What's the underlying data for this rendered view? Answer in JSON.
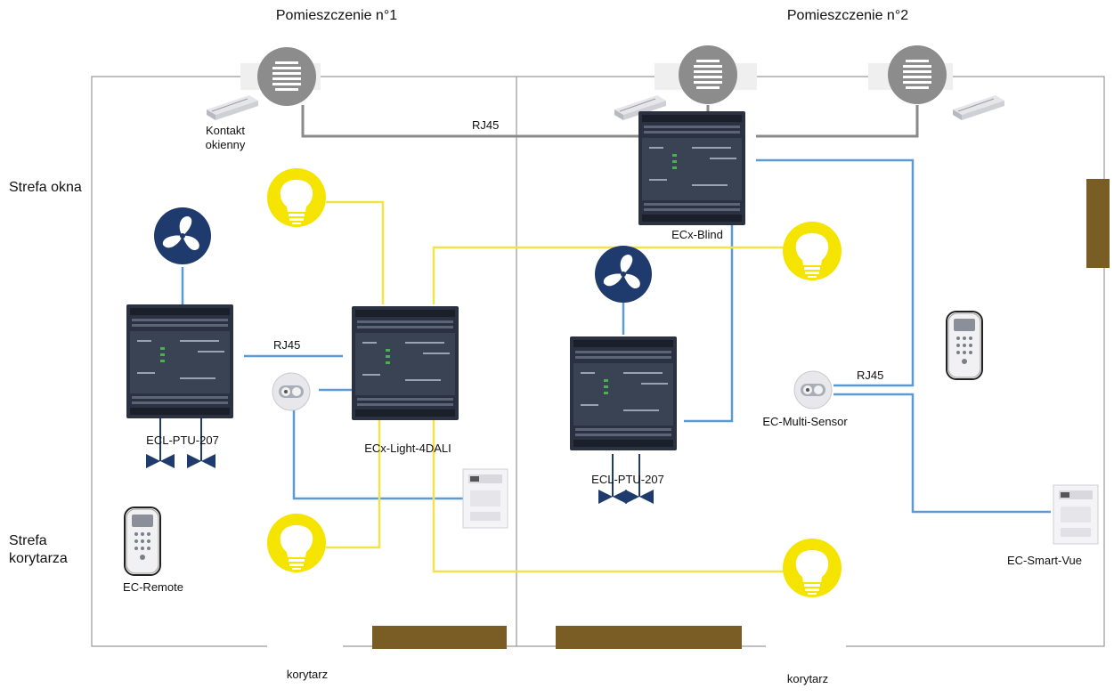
{
  "rooms": {
    "room1": "Pomieszczenie n°1",
    "room2": "Pomieszczenie n°2"
  },
  "zones": {
    "window": "Strefa okna",
    "corridor_line1": "Strefa",
    "corridor_line2": "korytarza"
  },
  "corridor_labels": [
    "korytarz",
    "korytarz"
  ],
  "connections": {
    "rj45_top": "RJ45",
    "rj45_mid": "RJ45",
    "rj45_right": "RJ45"
  },
  "devices": {
    "window_contact_line1": "Kontakt",
    "window_contact_line2": "okienny",
    "blind_controller": "ECx-Blind",
    "ptu_left": "ECL-PTU-207",
    "light_controller": "ECx-Light-4DALI",
    "ptu_right": "ECL-PTU-207",
    "multi_sensor": "EC-Multi-Sensor",
    "remote": "EC-Remote",
    "smart_vue": "EC-Smart-Vue"
  },
  "colors": {
    "wall": "#9a9a9a",
    "rj45_cable": "#8a8a8a",
    "blue_cable": "#5b9bd5",
    "yellow_cable": "#f2e34a",
    "bulb": "#f4e400",
    "fan_bg": "#1f3a6d",
    "speaker": "#8c8c8c",
    "door": "#7a5c25",
    "controller": "#2a3140",
    "valve": "#1f3a6d"
  },
  "icons": {
    "speaker": "speaker-grille-icon",
    "bulb": "light-bulb-icon",
    "fan": "fan-icon",
    "valve": "valve-icon",
    "window_contact": "window-contact-icon",
    "controller": "controller-icon",
    "remote": "remote-control-icon",
    "thermostat": "room-thermostat-icon",
    "sensor": "multi-sensor-icon"
  }
}
